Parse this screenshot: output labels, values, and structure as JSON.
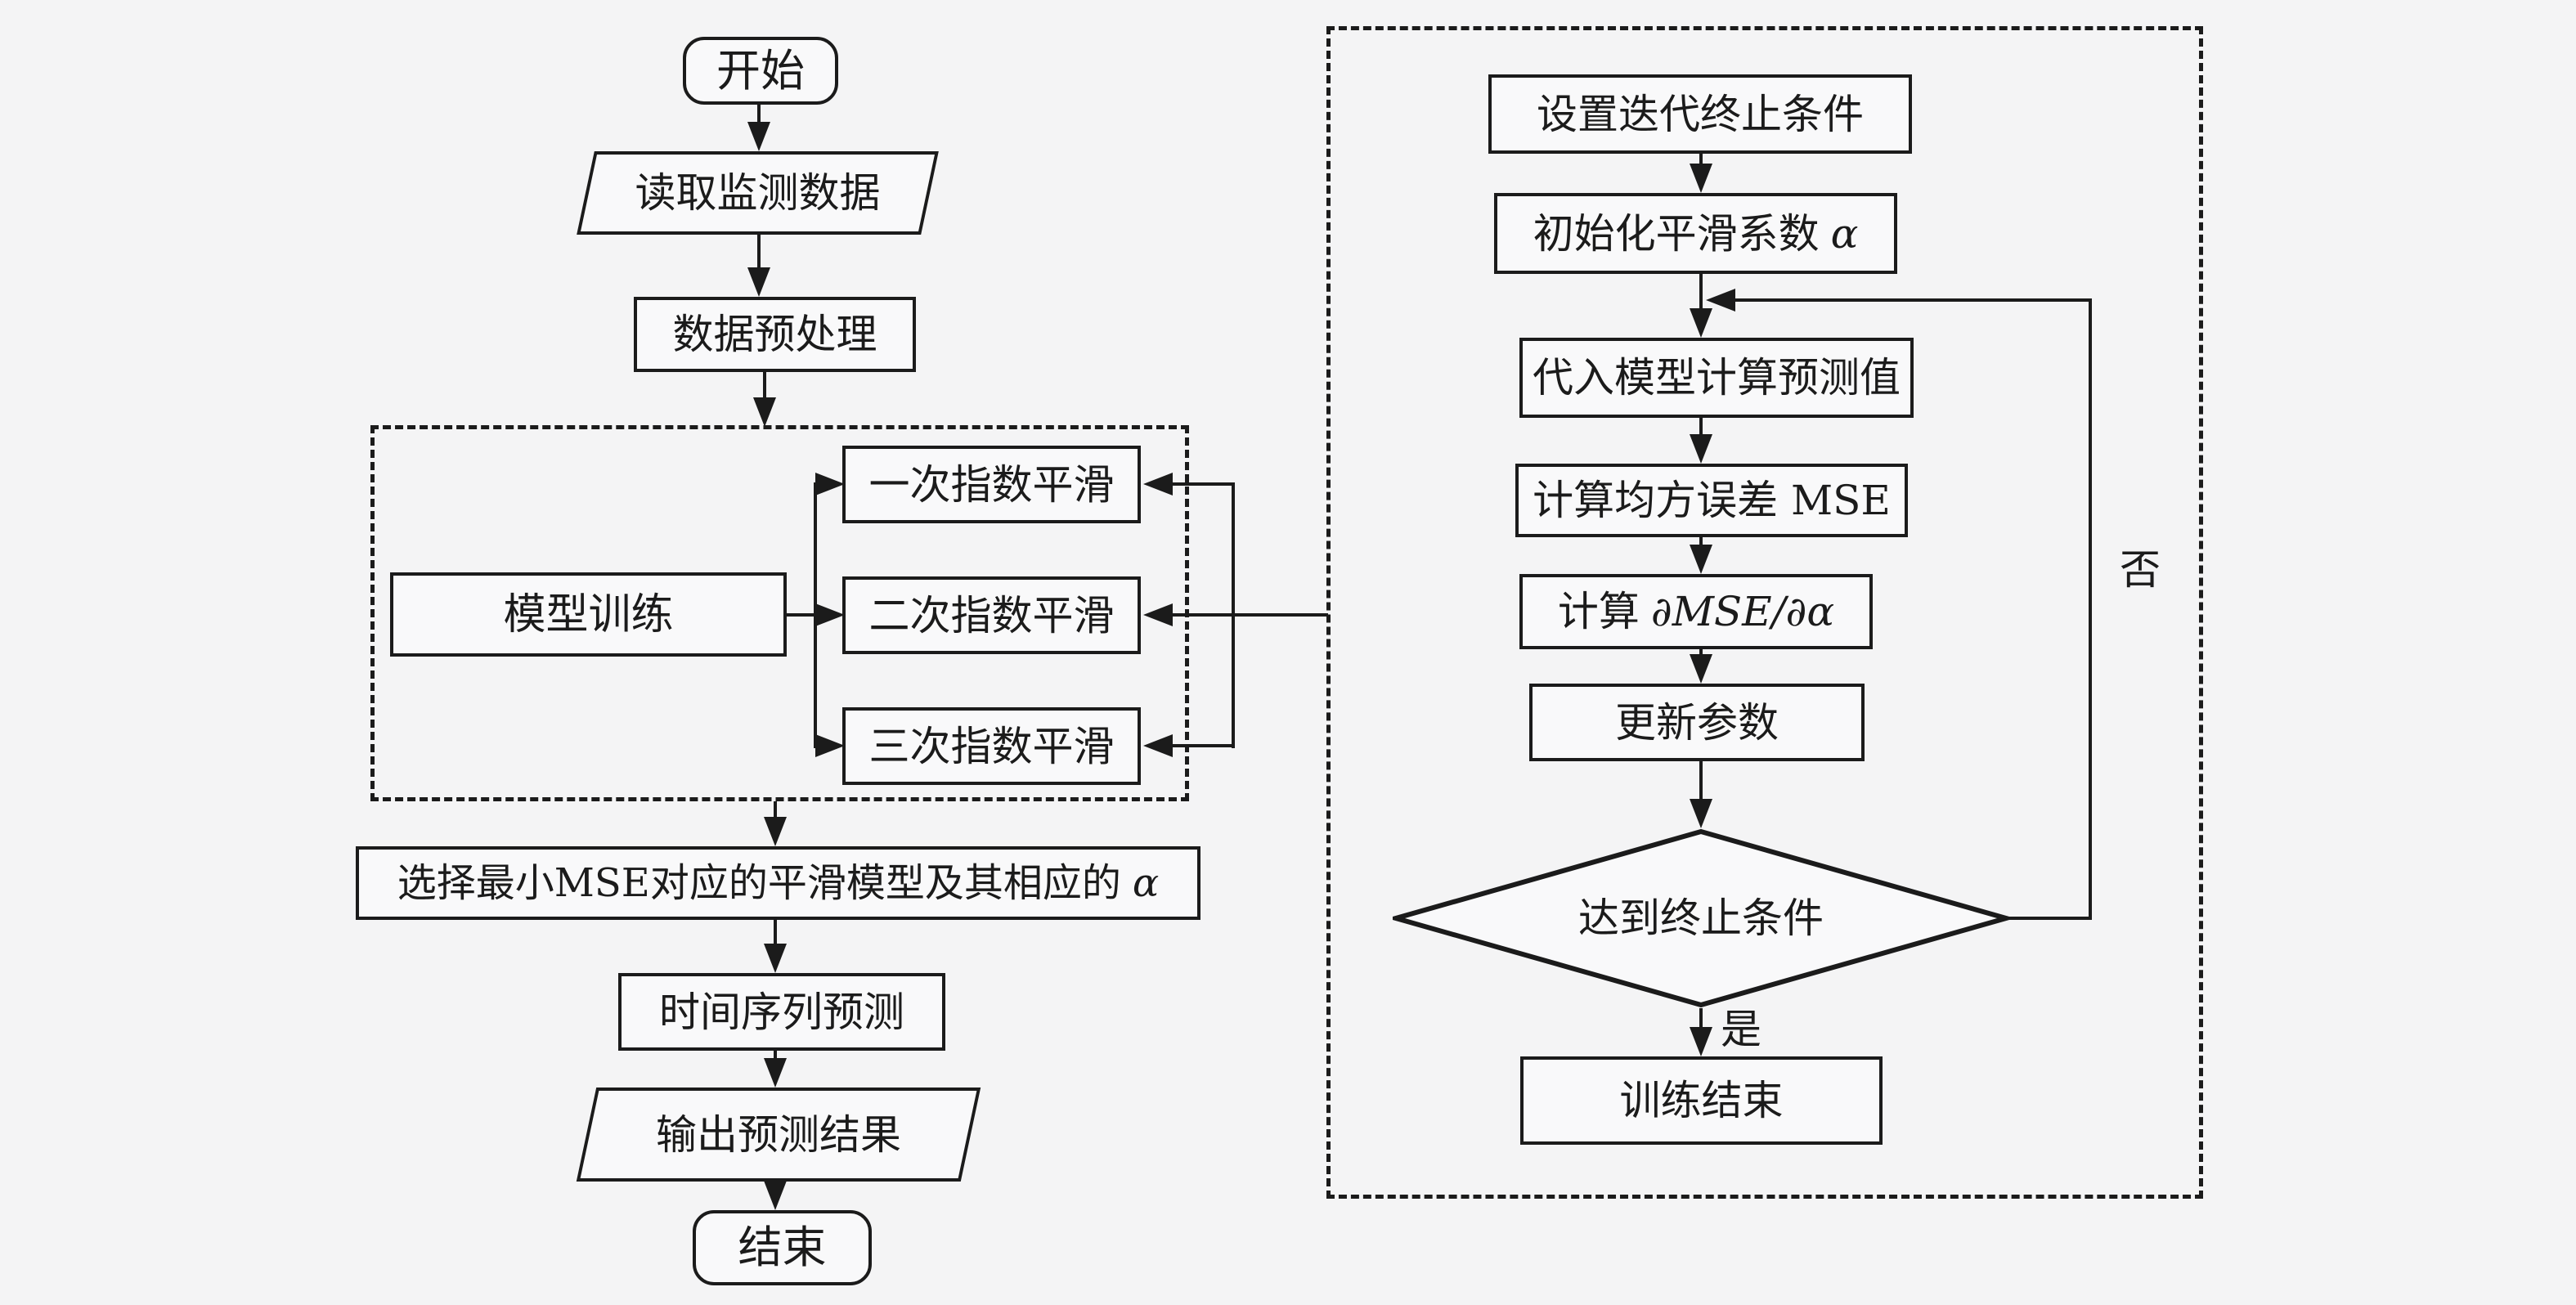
{
  "canvas": {
    "background_color": "#f4f4f5",
    "stroke_color": "#1b1b1b"
  },
  "left_flow": {
    "start": "开始",
    "read_data": "读取监测数据",
    "preprocess": "数据预处理",
    "model_train": "模型训练",
    "smoothing_methods": [
      "一次指数平滑",
      "二次指数平滑",
      "三次指数平滑"
    ],
    "select_model": "选择最小MSE对应的平滑模型及其相应的",
    "ts_forecast": "时间序列预测",
    "output_result": "输出预测结果",
    "end": "结束"
  },
  "right_flow": {
    "set_condition": "设置迭代终止条件",
    "init_alpha": "初始化平滑系数",
    "substitute": "代入模型计算预测值",
    "compute_mse": "计算均方误差 MSE",
    "compute_grad_prefix": "计算",
    "grad_formula": "∂MSE/∂α",
    "update_params": "更新参数",
    "check_condition": "达到终止条件",
    "train_end": "训练结束",
    "yes_label": "是",
    "no_label": "否"
  },
  "symbols": {
    "alpha": "α"
  }
}
